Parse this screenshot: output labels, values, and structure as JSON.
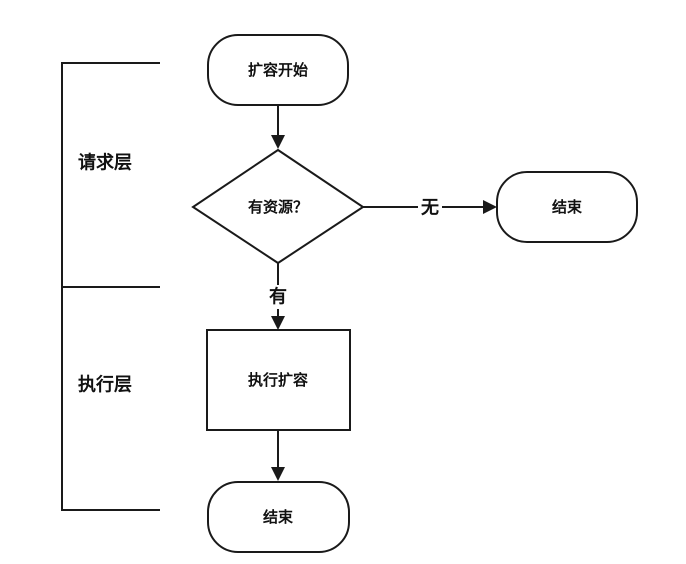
{
  "diagram": {
    "layers": [
      {
        "label": "请求层"
      },
      {
        "label": "执行层"
      }
    ],
    "nodes": {
      "start": "扩容开始",
      "decision": "有资源？",
      "end_right": "结束",
      "process": "执行扩容",
      "end_bottom": "结束"
    },
    "edges": {
      "no_label": "无",
      "yes_label": "有"
    },
    "colors": {
      "line": "#1a1a1a",
      "background": "#ffffff"
    }
  }
}
